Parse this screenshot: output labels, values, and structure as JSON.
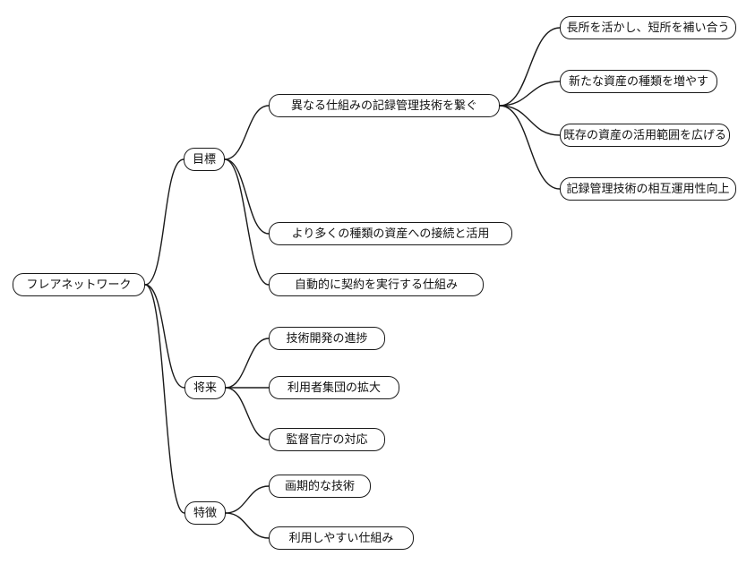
{
  "mindmap": {
    "root": {
      "label": "フレアネットワーク",
      "children": [
        {
          "label": "目標",
          "children": [
            {
              "label": "異なる仕組みの記録管理技術を繋ぐ",
              "children": [
                {
                  "label": "長所を活かし、短所を補い合う"
                },
                {
                  "label": "新たな資産の種類を増やす"
                },
                {
                  "label": "既存の資産の活用範囲を広げる"
                },
                {
                  "label": "記録管理技術の相互運用性向上"
                }
              ]
            },
            {
              "label": "より多くの種類の資産への接続と活用"
            },
            {
              "label": "自動的に契約を実行する仕組み"
            }
          ]
        },
        {
          "label": "将来",
          "children": [
            {
              "label": "技術開発の進捗"
            },
            {
              "label": "利用者集団の拡大"
            },
            {
              "label": "監督官庁の対応"
            }
          ]
        },
        {
          "label": "特徴",
          "children": [
            {
              "label": "画期的な技術"
            },
            {
              "label": "利用しやすい仕組み"
            }
          ]
        }
      ]
    },
    "colors": {
      "node_border": "#1a1a1a",
      "node_fill": "#ffffff",
      "background": "#ffffff"
    }
  }
}
